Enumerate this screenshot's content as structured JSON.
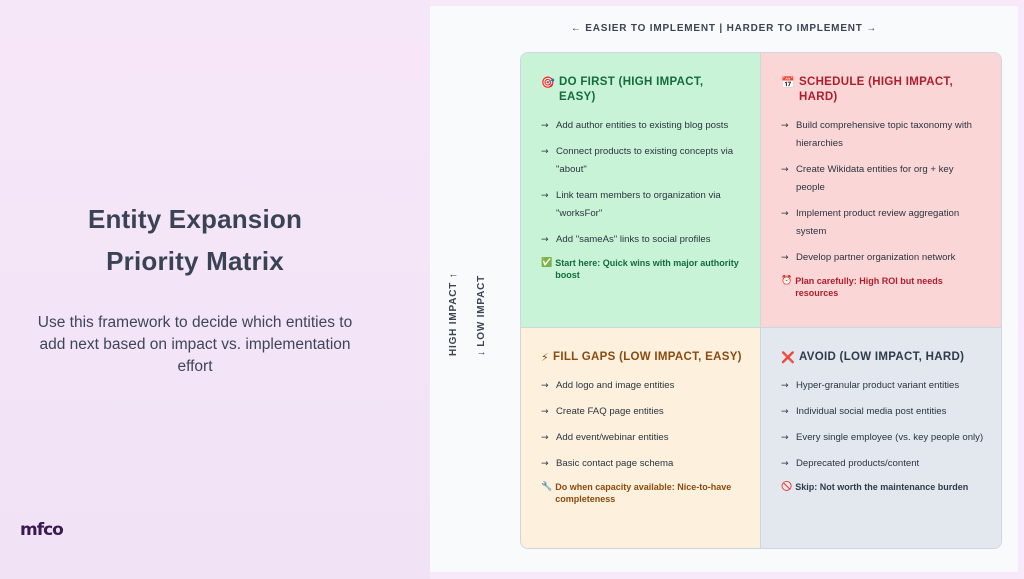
{
  "slide": {
    "title_line1": "Entity Expansion",
    "title_line2": "Priority Matrix",
    "subtitle": "Use this framework to decide which entities to add next based on impact vs. implementation effort",
    "logo": "mfco"
  },
  "axes": {
    "horizontal": "← EASIER TO IMPLEMENT | HARDER TO IMPLEMENT →",
    "vertical_high": "HIGH IMPACT ↑",
    "vertical_low": "↓ LOW IMPACT"
  },
  "quadrants": {
    "do_first": {
      "icon": "🎯",
      "title": "DO FIRST (HIGH IMPACT, EASY)",
      "items": [
        "Add author entities to existing blog posts",
        "Connect products to existing concepts via \"about\"",
        "Link team members to organization via \"worksFor\"",
        "Add \"sameAs\" links to social profiles"
      ],
      "note_icon": "✅",
      "note": "Start here: Quick wins with major authority boost"
    },
    "schedule": {
      "icon": "📅",
      "title": "SCHEDULE (HIGH IMPACT, HARD)",
      "items": [
        "Build comprehensive topic taxonomy with hierarchies",
        "Create Wikidata entities for org + key people",
        "Implement product review aggregation system",
        "Develop partner organization network"
      ],
      "note_icon": "⏰",
      "note": "Plan carefully: High ROI but needs resources"
    },
    "fill_gaps": {
      "icon": "⚡",
      "title": "FILL GAPS (LOW IMPACT, EASY)",
      "items": [
        "Add logo and image entities",
        "Create FAQ page entities",
        "Add event/webinar entities",
        "Basic contact page schema"
      ],
      "note_icon": "🔧",
      "note": "Do when capacity available: Nice-to-have completeness"
    },
    "avoid": {
      "icon": "❌",
      "title": "AVOID (LOW IMPACT, HARD)",
      "items": [
        "Hyper-granular product variant entities",
        "Individual social media post entities",
        "Every single employee (vs. key people only)",
        "Deprecated products/content"
      ],
      "note_icon": "🚫",
      "note": "Skip: Not worth the maintenance burden"
    }
  },
  "arrow_glyph": "→"
}
